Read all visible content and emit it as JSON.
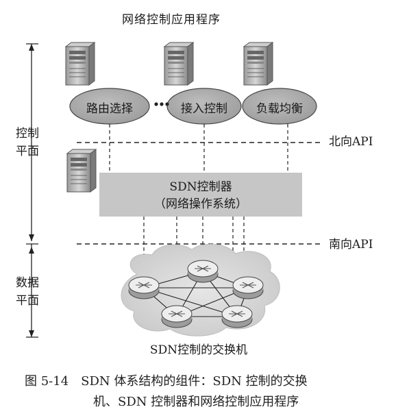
{
  "diagram": {
    "top_title": "网络控制应用程序",
    "control_plane_label": "控制\n平面",
    "data_plane_label": "数据\n平面",
    "northbound_api_label": "北向API",
    "southbound_api_label": "南向API",
    "apps": [
      {
        "label": "路由选择"
      },
      {
        "label": "接入控制"
      },
      {
        "label": "负载均衡"
      }
    ],
    "app_separator": "• • •",
    "controller": {
      "title": "SDN控制器",
      "subtitle": "（网络操作系统）"
    },
    "switches_label": "SDN控制的交换机",
    "switch_count": 5,
    "icons": [
      "server-icon",
      "router-icon"
    ],
    "colors": {
      "app_ellipse": "#a9a9a9",
      "controller_box": "#c8c8c8",
      "cloud": "#d9d9d9",
      "router": "#e8e8e8"
    }
  },
  "caption": {
    "line1": "图 5-14　SDN 体系结构的组件：SDN 控制的交换",
    "line2": "机、SDN 控制器和网络控制应用程序"
  }
}
